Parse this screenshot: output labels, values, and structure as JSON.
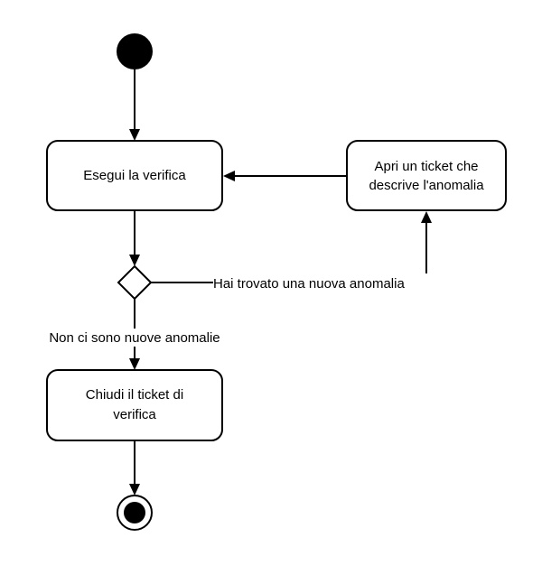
{
  "diagram": {
    "type": "uml-activity-diagram",
    "nodes": {
      "start": {
        "kind": "initial-node"
      },
      "esegui": {
        "kind": "action",
        "lines": [
          "Esegui la verifica"
        ]
      },
      "apri": {
        "kind": "action",
        "lines": [
          "Apri un ticket che",
          "descrive l'anomalia"
        ]
      },
      "decision": {
        "kind": "decision"
      },
      "chiudi": {
        "kind": "action",
        "lines": [
          "Chiudi il ticket di",
          "verifica"
        ]
      },
      "end": {
        "kind": "final-node"
      }
    },
    "edges": {
      "start_to_esegui": {
        "from": "start",
        "to": "esegui"
      },
      "esegui_to_decision": {
        "from": "esegui",
        "to": "decision"
      },
      "decision_to_apri": {
        "from": "decision",
        "to": "apri",
        "guard": "Hai trovato una nuova anomalia"
      },
      "apri_to_esegui": {
        "from": "apri",
        "to": "esegui"
      },
      "decision_to_chiudi": {
        "from": "decision",
        "to": "chiudi",
        "guard": "Non ci sono nuove anomalie"
      },
      "chiudi_to_end": {
        "from": "chiudi",
        "to": "end"
      }
    },
    "colors": {
      "stroke": "#000000",
      "fill": "#ffffff",
      "text": "#000000"
    }
  }
}
